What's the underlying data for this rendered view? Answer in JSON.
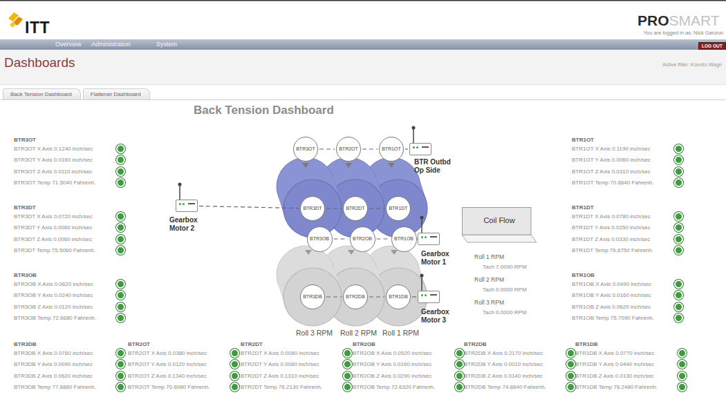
{
  "diagram": {
    "title": "Back Tension Dashboard",
    "nodes": [
      {
        "text": [
          "LOG OUT"
        ]
      },
      {
        "text": [
          "Back Tension Dashboard"
        ]
      },
      {
        "text": [
          "Flattener Dashboard"
        ]
      },
      {
        "text": [
          "BTR3OT"
        ]
      },
      {
        "text": [
          "BTR2OT"
        ]
      },
      {
        "text": [
          "BTR1OT"
        ]
      },
      {
        "text": [
          "BTR Outbd Op Side"
        ]
      },
      {
        "text": [
          "Gearbox Motor 2"
        ]
      },
      {
        "text": [
          "BTR3DT"
        ]
      },
      {
        "text": [
          "BTR2DT"
        ]
      },
      {
        "text": [
          "BTR1DT"
        ]
      },
      {
        "text": [
          "Coil Flow"
        ]
      },
      {
        "text": [
          "BTR3OB"
        ]
      },
      {
        "text": [
          "BTR2OB"
        ]
      },
      {
        "text": [
          "BTR1OB"
        ]
      },
      {
        "text": [
          "Gearbox Motor 1"
        ]
      },
      {
        "text": [
          "BTR3DB"
        ]
      },
      {
        "text": [
          "BTR2DB"
        ]
      },
      {
        "text": [
          "BTR1DB"
        ]
      },
      {
        "text": [
          "Gearbox Motor 3"
        ]
      }
    ],
    "edges": [
      {
        "from": 3,
        "to": 4,
        "arrow": "none"
      },
      {
        "from": 4,
        "to": 5,
        "arrow": "none"
      },
      {
        "from": 5,
        "to": 6,
        "arrow": "none"
      },
      {
        "from": 7,
        "to": 8,
        "arrow": "none"
      },
      {
        "from": 8,
        "to": 9,
        "arrow": "none"
      },
      {
        "from": 9,
        "to": 10,
        "arrow": "none"
      },
      {
        "from": 12,
        "to": 13,
        "arrow": "none"
      },
      {
        "from": 13,
        "to": 14,
        "arrow": "none"
      },
      {
        "from": 14,
        "to": 15,
        "arrow": "none"
      },
      {
        "from": 16,
        "to": 17,
        "arrow": "none"
      },
      {
        "from": 17,
        "to": 18,
        "arrow": "none"
      },
      {
        "from": 18,
        "to": 19,
        "arrow": "none"
      }
    ],
    "labels": [
      "ITT",
      "PRO",
      "SMART",
      "You are logged in as: Nick Ganzon",
      "Overview",
      "Administration",
      "System",
      "Dashboards",
      "Active filter: Koontz-Wagn",
      "BTR3OT",
      "BTR3OT X Axis 0.1240 inch/sec",
      "BTR3OT Y Axis 0.0160 inch/sec",
      "BTR3OT Z Axis 0.0110 inch/sec",
      "BTR3OT Temp 71.5040 Fahrenh.",
      "BTR3DT",
      "BTR3DT X Axis 0.0720 inch/sec",
      "BTR3DT Y Axis 0.0060 inch/sec",
      "BTR3DT Z Axis 0.0060 inch/sec",
      "BTR3DT Temp 75.5060 Fahrenh.",
      "BTR3OB",
      "BTR3OB X Axis 0.0620 inch/sec",
      "BTR3OB Y Axis 0.0240 inch/sec",
      "BTR3OB Z Axis 0.0120 inch/sec",
      "BTR3OB Temp 72.6680 Fahrenh.",
      "BTR1OT",
      "BTR1OT X Axis 0.1190 inch/sec",
      "BTR1OT Y Axis 0.0060 inch/sec",
      "BTR1OT Z Axis 0.0310 inch/sec",
      "BTR1OT Temp 70.6840 Fahrenh.",
      "BTR1DT",
      "BTR1DT X Axis 0.0780 inch/sec",
      "BTR1DT Y Axis 0.0250 inch/sec",
      "BTR1DT Z Axis 0.0330 inch/sec",
      "BTR1DT Temp 76.6750 Fahrenh.",
      "BTR1OB",
      "BTR1OB X Axis 0.0490 inch/sec",
      "BTR1OB Y Axis 0.0160 inch/sec",
      "BTR1OB Z Axis 0.0620 inch/sec",
      "BTR1OB Temp 75.7090 Fahrenh.",
      "BTR3DB",
      "BTR3DB X Axis 0.0780 inch/sec",
      "BTR3DB Y Axis 0.0090 inch/sec",
      "BTR3DB Z Axis 0.0620 inch/sec",
      "BTR3DB Temp 77.8880 Fahrenh.",
      "BTR2OT",
      "BTR2OT X Axis 0.0380 inch/sec",
      "BTR2OT Y Axis 0.0120 inch/sec",
      "BTR2OT Z Axis 0.1340 inch/sec",
      "BTR2OT Temp 70.6980 Fahrenh.",
      "BTR2DT",
      "BTR2DT X Axis 0.0080 inch/sec",
      "BTR2DT Y Axis 0.0080 inch/sec",
      "BTR2DT Z Axis 0.1310 inch/sec",
      "BTR2DT Temp 76.2130 Fahrenh.",
      "BTR2OB",
      "BTR2OB X Axis 0.0520 inch/sec",
      "BTR2OB Y Axis 0.0160 inch/sec",
      "BTR2OB Z Axis 0.0290 inch/sec",
      "BTR2OB Temp 72.6320 Fahrenh.",
      "BTR2DB",
      "BTR2DB X Axis 0.2170 inch/sec",
      "BTR2DB Y Axis 0.0010 inch/sec",
      "BTR2DB Z Axis 0.0140 inch/sec",
      "BTR2DB Temp 74.8840 Fahrenh.",
      "BTR1DB",
      "BTR1DB X Axis 0.0770 inch/sec",
      "BTR1DB Y Axis 0.0440 inch/sec",
      "BTR1DB Z Axis 0.0130 inch/sec",
      "BTR1DB Temp 76.2480 Fahrenh.",
      "Roll 1 RPM",
      "Tach 7.0090 RPM",
      "Roll 2 RPM",
      "Tach 0.0000 RPM",
      "Roll 3 RPM",
      "Tach 0.0000 RPM",
      "Roll 3 RPM",
      "Roll 2 RPM",
      "Roll 1 RPM"
    ]
  }
}
